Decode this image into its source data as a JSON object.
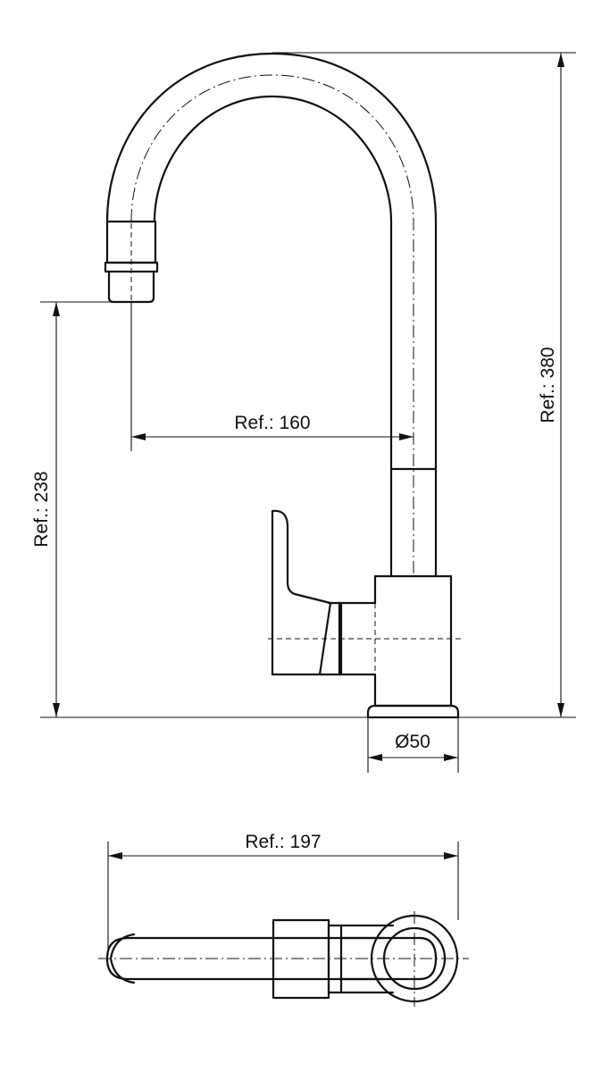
{
  "dimensions": {
    "spout_reach": "Ref.: 160",
    "total_height": "Ref.: 380",
    "spout_height": "Ref.: 238",
    "base_diameter": "Ø50",
    "total_length": "Ref.: 197"
  },
  "colors": {
    "line": "#111111",
    "background": "#ffffff"
  }
}
